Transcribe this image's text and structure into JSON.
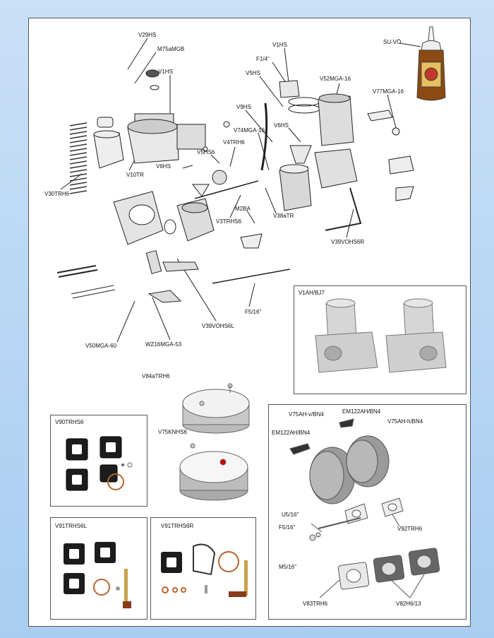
{
  "labels": {
    "main": {
      "v29hs": "V29HS",
      "m75amgb": "M75aMGB",
      "v1hs_a": "V1HS",
      "v10tr": "V10TR",
      "v30trh6": "V30TRH6",
      "v6hs_a": "V6HS",
      "v5hs6": "V5HS6",
      "v4trh6": "V4TRH6",
      "v74mga16": "V74MGA-16",
      "v9hs": "V9HS",
      "v5hs": "V5HS",
      "f14": "F1/4\"",
      "v1hs_b": "V1HS",
      "v52mga16": "V52MGA-16",
      "v77mga16": "V77MGA-16",
      "v6hs_b": "V6HS",
      "m2ba": "M2BA",
      "v3trhs6": "V3TRHS6",
      "v38atr": "V38aTR",
      "v39vohs6r": "V39VOHS6R",
      "v39vohs6l": "V39VOHS6L",
      "f516": "F5/16\"",
      "v50mga60": "V50MGA-60",
      "wz16mga53": "WZ16MGA-53",
      "suvo": "SU-VÖ"
    },
    "carb_photo": {
      "title": "V1AH/BJ7"
    },
    "air_filters": {
      "v84atrh6": "V84aTRH6",
      "v75knhs6": "V75KNHS6"
    },
    "gasket_kits": {
      "v90trhs6": "V90TRHS6",
      "v91trhs6l": "V91TRHS6L",
      "v91trhs6r": "V91TRHS6R"
    },
    "filter_parts": {
      "v75ahv": "V75AH-v/BN4",
      "em122_a": "EM122AH/BN4",
      "v75ahh": "V75AH-h/BN4",
      "em122_b": "EM122AH/BN4",
      "u516": "U5/16\"",
      "f516": "F5/16\"",
      "m516": "M5/16\"",
      "v92trh6": "V92TRH6",
      "v83trh6": "V83TRH6",
      "v82h613": "V82H6/13"
    }
  },
  "colors": {
    "background_top": "#c9e0f6",
    "background_bottom": "#a9cdf0",
    "line": "#222222",
    "gasket_black": "#1c1c1c",
    "bottle_amber": "#8a4a12",
    "copper": "#b5652a",
    "brass": "#c9a24a"
  },
  "icons": [
    "oil-bottle-icon",
    "carburettor-icon",
    "piston-icon",
    "spring-icon",
    "gasket-icon",
    "air-filter-icon",
    "bolt-icon",
    "linkage-icon",
    "float-chamber-icon"
  ]
}
